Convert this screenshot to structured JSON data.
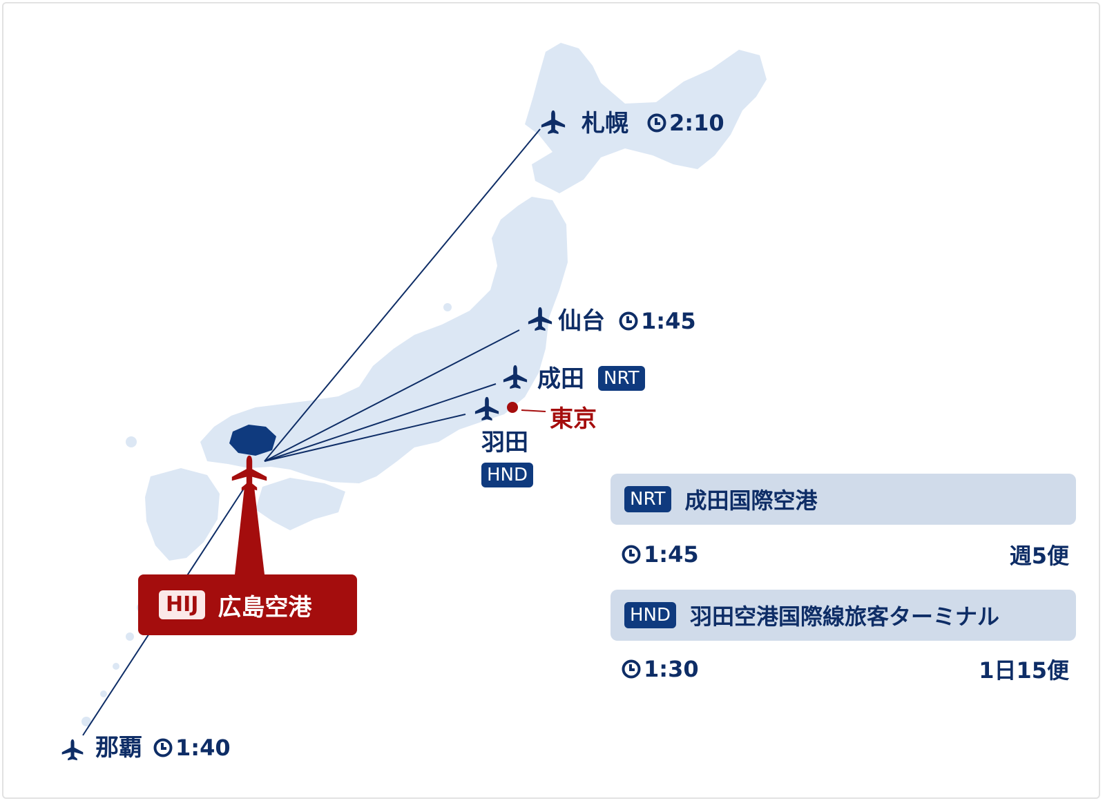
{
  "origin": {
    "code": "HIJ",
    "name": "広島空港"
  },
  "tokyo_label": "東京",
  "destinations": [
    {
      "key": "sapporo",
      "name": "札幌",
      "duration": "2:10"
    },
    {
      "key": "sendai",
      "name": "仙台",
      "duration": "1:45"
    },
    {
      "key": "narita",
      "name": "成田",
      "code": "NRT"
    },
    {
      "key": "haneda",
      "name": "羽田",
      "code": "HND"
    },
    {
      "key": "naha",
      "name": "那覇",
      "duration": "1:40"
    }
  ],
  "panels": [
    {
      "code": "NRT",
      "name": "成田国際空港",
      "duration": "1:45",
      "frequency": "週5便"
    },
    {
      "code": "HND",
      "name": "羽田空港国際線旅客ターミナル",
      "duration": "1:30",
      "frequency": "1日15便"
    }
  ],
  "colors": {
    "navy": "#0e2d66",
    "badge": "#0f3a7e",
    "red": "#a40d0d",
    "land": "#dce7f4",
    "panel": "#d0dbea"
  }
}
